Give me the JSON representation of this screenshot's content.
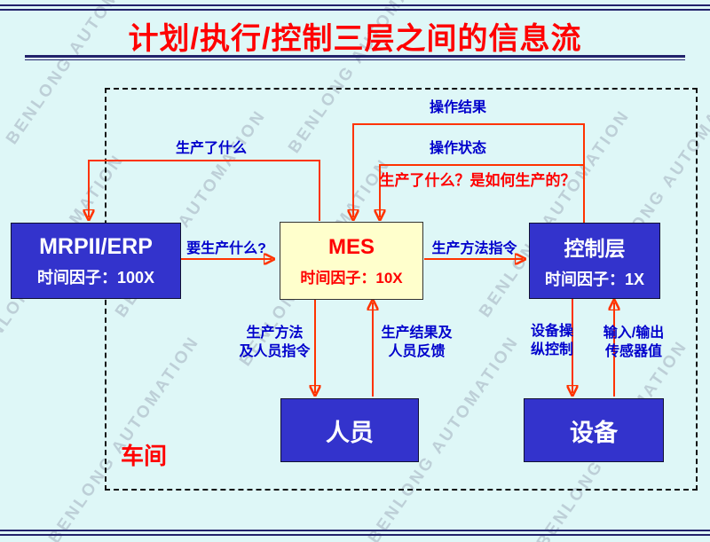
{
  "title": "计划/执行/控制三层之间的信息流",
  "watermark": "BENLONG AUTOMATION",
  "nodes": {
    "mrp": {
      "name": "MRPII/ERP",
      "time_factor": "时间因子：100X"
    },
    "mes": {
      "name": "MES",
      "time_factor": "时间因子：10X"
    },
    "control": {
      "name": "控制层",
      "time_factor": "时间因子：1X"
    },
    "personnel": {
      "name": "人员"
    },
    "equipment": {
      "name": "设备"
    }
  },
  "flows": {
    "operation_result": {
      "from": "控制层",
      "to": "MES",
      "label": "操作结果"
    },
    "operation_status": {
      "from": "控制层",
      "to": "MES",
      "label": "操作状态"
    },
    "what_was_produced": {
      "from": "MES",
      "to": "MRPII/ERP",
      "label": "生产了什么"
    },
    "what_to_produce": {
      "from": "MRPII/ERP",
      "to": "MES",
      "label": "要生产什么?"
    },
    "production_method_order": {
      "from": "MES",
      "to": "控制层",
      "label": "生产方法指令"
    },
    "method_and_personnel_order": {
      "from": "MES",
      "to": "人员",
      "line1": "生产方法",
      "line2": "及人员指令"
    },
    "result_and_feedback": {
      "from": "人员",
      "to": "MES",
      "line1": "生产结果及",
      "line2": "人员反馈"
    },
    "equipment_control": {
      "from": "控制层",
      "to": "设备",
      "line1": "设备操",
      "line2": "纵控制"
    },
    "io_sensor_values": {
      "from": "设备",
      "to": "控制层",
      "line1": "输入/输出",
      "line2": "传感器值"
    }
  },
  "annotations": {
    "produced_how": "生产了什么？是如何生产的？",
    "workshop": "车间"
  },
  "colors": {
    "background": "#DEF7F7",
    "title": "#FF0000",
    "node_fill": "#3333CC",
    "node_text": "#FFFFFF",
    "mes_fill": "#FFFFCC",
    "mes_text": "#FF0000",
    "arrow": "#FF3300",
    "label": "#0000CC",
    "rule": "#22226B"
  }
}
